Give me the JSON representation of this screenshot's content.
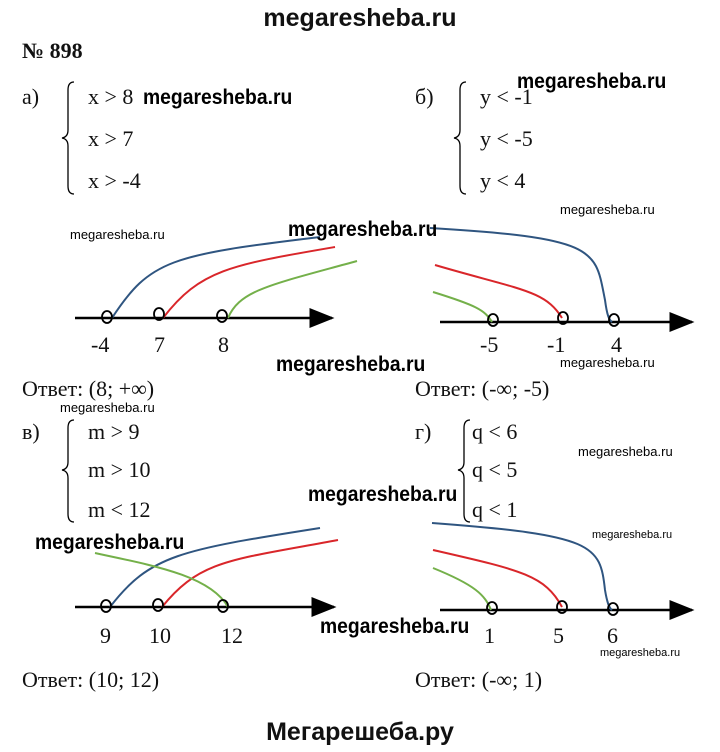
{
  "header": {
    "site": "megaresheba.ru",
    "problem_number": "№ 898"
  },
  "footer": {
    "brand": "Мегарешеба.ру"
  },
  "watermark": "megaresheba.ru",
  "parts": [
    {
      "label": "а)",
      "system": [
        "x > 8",
        "x > 7",
        "x > -4"
      ],
      "ticks": [
        "-4",
        "7",
        "8"
      ],
      "answer": "Ответ: (8; +∞)"
    },
    {
      "label": "б)",
      "system": [
        "y < -1",
        "y < -5",
        "y < 4"
      ],
      "ticks": [
        "-5",
        "-1",
        "4"
      ],
      "answer": "Ответ: (-∞; -5)"
    },
    {
      "label": "в)",
      "system": [
        "m > 9",
        "m > 10",
        "m < 12"
      ],
      "ticks": [
        "9",
        "10",
        "12"
      ],
      "answer": "Ответ: (10; 12)"
    },
    {
      "label": "г)",
      "system": [
        "q < 6",
        "q < 5",
        "q < 1"
      ],
      "ticks": [
        "1",
        "5",
        "6"
      ],
      "answer": "Ответ: (-∞; 1)"
    }
  ],
  "colors": {
    "blue": "#2f5580",
    "red": "#d9262a",
    "green": "#74b04a"
  }
}
